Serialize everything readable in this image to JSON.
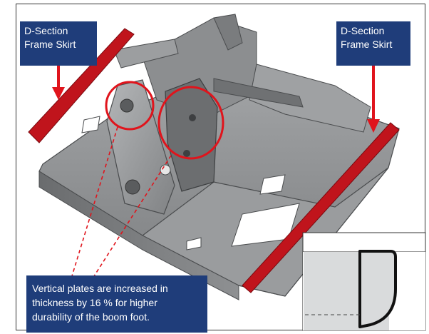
{
  "labels": {
    "left": {
      "line1": "D-Section",
      "line2": "Frame Skirt"
    },
    "right": {
      "line1": "D-Section",
      "line2": "Frame Skirt"
    },
    "callout": {
      "line1": "Vertical plates are increased in",
      "line2": "thickness by 16 % for higher",
      "line3": "durability of the boom foot."
    }
  },
  "colors": {
    "label_bg": "#1f3d7a",
    "skirt_red": "#c0141c",
    "frame_grey": "#8a8c8e",
    "frame_dark": "#5d5f61",
    "highlight_red": "#e0141c"
  }
}
